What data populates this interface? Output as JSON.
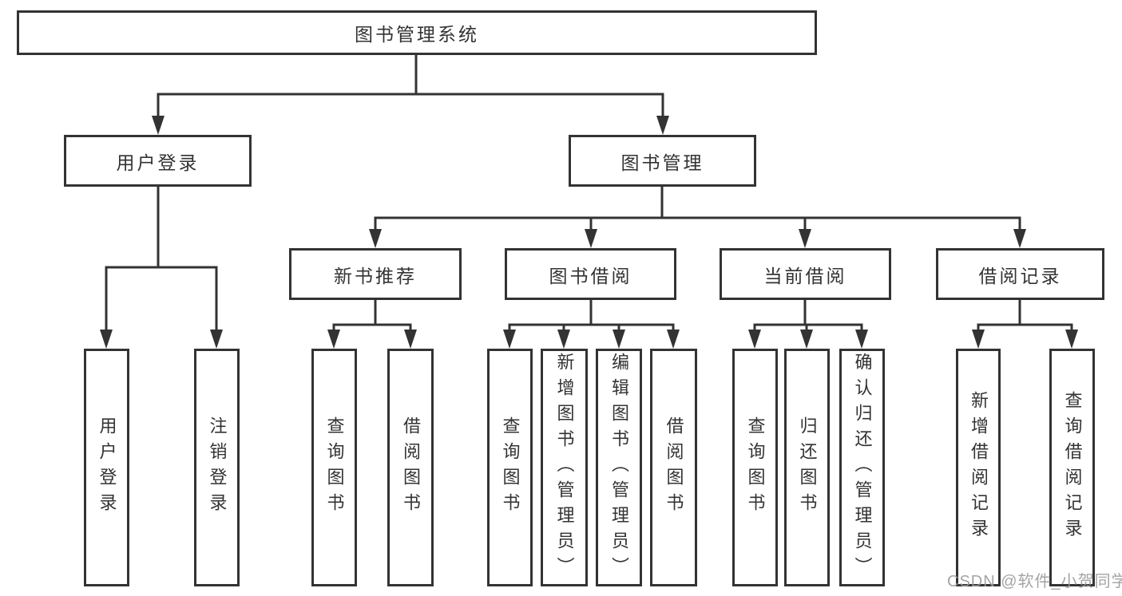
{
  "colors": {
    "line": "#333333",
    "text": "#333333",
    "box_background": "#ffffff",
    "watermark": "#9a9a9a"
  },
  "watermark": {
    "text": "CSDN @软件_小贺同学"
  },
  "tree": {
    "label": "图书管理系统",
    "children": [
      {
        "label": "用户登录",
        "children": [
          {
            "label": "用户登录"
          },
          {
            "label": "注销登录"
          }
        ]
      },
      {
        "label": "图书管理",
        "children": [
          {
            "label": "新书推荐",
            "children": [
              {
                "label": "查询图书"
              },
              {
                "label": "借阅图书"
              }
            ]
          },
          {
            "label": "图书借阅",
            "children": [
              {
                "label": "查询图书"
              },
              {
                "label": "新增图书（管理员）"
              },
              {
                "label": "编辑图书（管理员）"
              },
              {
                "label": "借阅图书"
              }
            ]
          },
          {
            "label": "当前借阅",
            "children": [
              {
                "label": "查询图书"
              },
              {
                "label": "归还图书"
              },
              {
                "label": "确认归还（管理员）"
              }
            ]
          },
          {
            "label": "借阅记录",
            "children": [
              {
                "label": "新增借阅记录"
              },
              {
                "label": "查询借阅记录"
              }
            ]
          }
        ]
      }
    ]
  }
}
